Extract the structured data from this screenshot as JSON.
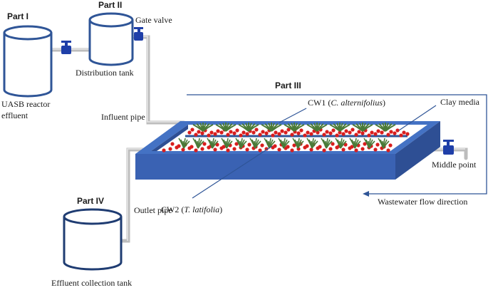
{
  "parts": {
    "part1": "Part I",
    "part2": "Part II",
    "part3": "Part III",
    "part4": "Part IV"
  },
  "labels": {
    "uasb_line1": "UASB reactor",
    "uasb_line2": "effluent",
    "distribution_tank": "Distribution tank",
    "gate_valve": "Gate valve",
    "influent_pipe": "Influent pipe",
    "outlet_pipe": "Outlet pipe",
    "effluent_tank": "Effluent collection tank",
    "clay_media": "Clay media",
    "middle_point": "Middle point",
    "flow_direction": "Wastewater flow direction",
    "cw1_prefix": "CW1 (",
    "cw1_species": "C. alternifolius",
    "cw1_suffix": ")",
    "cw2_prefix": "CW2 (",
    "cw2_species": "T. latifolia",
    "cw2_suffix": ")"
  },
  "colors": {
    "tank_outline": "#2f5597",
    "basin_top": "#4472c4",
    "basin_front": "#3a62b3",
    "basin_side": "#2e4f94",
    "valve": "#1f3fa8",
    "pipe": "#bdbdbd",
    "media_dot": "#d81e1e",
    "plant": "#4a7a38",
    "flow_line": "#2f5597"
  }
}
